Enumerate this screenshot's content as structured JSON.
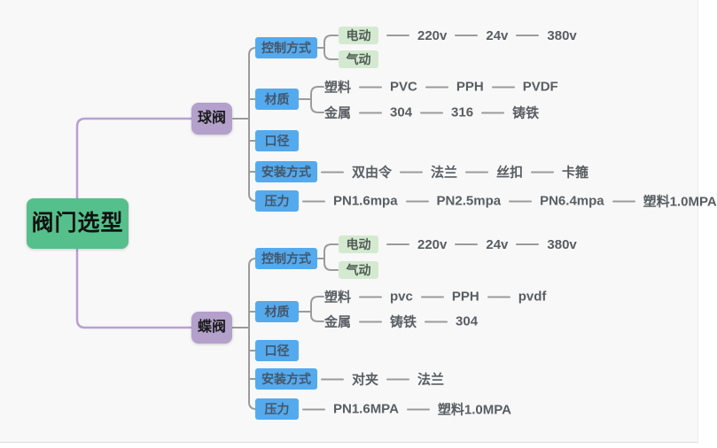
{
  "mindmap": {
    "root": {
      "label": "阀门选型"
    },
    "branches": [
      {
        "label": "球阀",
        "rows": [
          {
            "label": "控制方式",
            "children": [
              {
                "label": "电动",
                "chain": [
                  "220v",
                  "24v",
                  "380v"
                ]
              },
              {
                "label": "气动",
                "chain": []
              }
            ]
          },
          {
            "label": "材质",
            "children": [
              {
                "label": "塑料",
                "chain": [
                  "PVC",
                  "PPH",
                  "PVDF"
                ]
              },
              {
                "label": "金属",
                "chain": [
                  "304",
                  "316",
                  "铸铁"
                ]
              }
            ]
          },
          {
            "label": "口径",
            "children": []
          },
          {
            "label": "安装方式",
            "chain": [
              "双由令",
              "法兰",
              "丝扣",
              "卡箍"
            ]
          },
          {
            "label": "压力",
            "chain": [
              "PN1.6mpa",
              "PN2.5mpa",
              "PN6.4mpa",
              "塑料1.0MPA"
            ]
          }
        ]
      },
      {
        "label": "蝶阀",
        "rows": [
          {
            "label": "控制方式",
            "children": [
              {
                "label": "电动",
                "chain": [
                  "220v",
                  "24v",
                  "380v"
                ]
              },
              {
                "label": "气动",
                "chain": []
              }
            ]
          },
          {
            "label": "材质",
            "children": [
              {
                "label": "塑料",
                "chain": [
                  "pvc",
                  "PPH",
                  "pvdf"
                ]
              },
              {
                "label": "金属",
                "chain": [
                  "铸铁",
                  "304"
                ]
              }
            ]
          },
          {
            "label": "口径",
            "children": []
          },
          {
            "label": "安装方式",
            "chain": [
              "对夹",
              "法兰"
            ]
          },
          {
            "label": "压力",
            "chain": [
              "PN1.6MPA",
              "塑料1.0MPA"
            ]
          }
        ]
      }
    ]
  },
  "colors": {
    "canvas": "#f8f8f8",
    "root_fill": "#55c08b",
    "branch_fill": "#b3a0cb",
    "topic_fill": "#55aaed",
    "leaf_fill": "#d4ead0",
    "branch_line": "#b7a0d2",
    "gray_line": "#9b9b9b",
    "text": "#585e63"
  }
}
